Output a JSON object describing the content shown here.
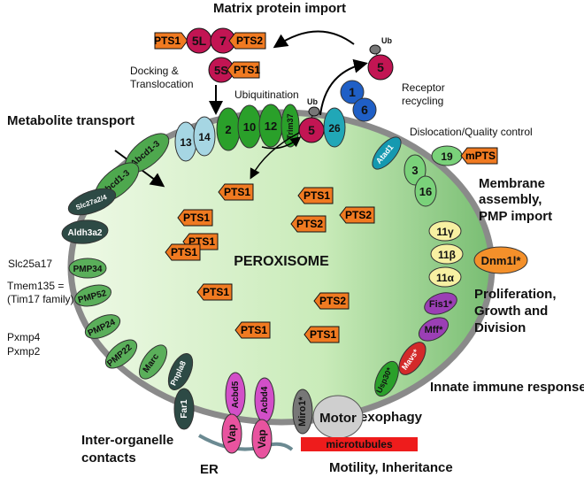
{
  "title": "Matrix protein import",
  "center_label": "PEROXISOME",
  "colors": {
    "membrane": "#8a8a8a",
    "lumen_light": "#eaf7e0",
    "lumen_dark": "#7fc07a",
    "pts_box": "#f07a21",
    "pex_green": "#3aa24a",
    "pex5": "#c21553",
    "fission_purple": "#9b3fb5",
    "microtubules": "#ee1c1c"
  },
  "sections": {
    "matrix_import": "Matrix protein import",
    "docking": "Docking &",
    "translocation": "Translocation",
    "ubiquitination": "Ubiquitination",
    "receptor": "Receptor",
    "recycling": "recycling",
    "metabolite": "Metabolite transport",
    "dislocation": "Dislocation/Quality control",
    "membrane_1": "Membrane",
    "membrane_2": "assembly,",
    "membrane_3": "PMP import",
    "prolif_1": "Proliferation,",
    "prolif_2": "Growth and",
    "prolif_3": "Division",
    "innate": "Innate immune response",
    "pexophagy": "Pexophagy",
    "motility": "Motility, Inheritance",
    "inter_1": "Inter-organelle",
    "inter_2": "contacts",
    "er": "ER"
  },
  "side_labels": {
    "slc25a17": "Slc25a17",
    "tmem135": "Tmem135 =",
    "tim17": "(Tim17 family)",
    "pxmp4": "Pxmp4",
    "pxmp2": "Pxmp2"
  },
  "cytosol": {
    "pts1": "PTS1",
    "pex5l": "5L",
    "pex7": "7",
    "pts2": "PTS2",
    "pex5s": "5S",
    "pts1b": "PTS1",
    "ub_top": "Ub",
    "pex5_recycled": "5"
  },
  "top_proteins": {
    "p13": "13",
    "p14": "14",
    "p2": "2",
    "p10": "10",
    "p12": "12",
    "trim37": "Trim37",
    "p5": "5",
    "ub": "Ub",
    "p26": "26",
    "p1": "1",
    "p6": "6"
  },
  "right_proteins": {
    "atad1": "Atad1",
    "p3": "3",
    "p19": "19",
    "mpts": "mPTS",
    "p16": "16",
    "p11g": "11γ",
    "p11b": "11β",
    "p11a": "11α",
    "dnm1l": "Dnm1l*",
    "fis1": "Fis1*",
    "mff": "Mff*",
    "mavs": "Mavs*",
    "usp30": "Usp30*",
    "miro1": "Miro1*",
    "motor": "Motor",
    "microtubules": "microtubules"
  },
  "bottom_proteins": {
    "vap1": "Vap",
    "acbd5": "Acbd5",
    "vap2": "Vap",
    "acbd4": "Acbd4"
  },
  "left_proteins": {
    "abcd1": "Abcd1-3",
    "abcd2": "Abcd1-3",
    "slc27": "Slc27a2/4",
    "aldh3a2": "Aldh3a2",
    "pmp34": "PMP34",
    "pmp52": "PMP52",
    "pmp24": "PMP24",
    "pmp22": "PMP22",
    "marc": "Marc",
    "pnpla8": "Pnpla8",
    "far1": "Far1"
  },
  "cargo": {
    "c1": "PTS1",
    "c2": "PTS1",
    "c3": "PTS2",
    "c4": "PTS2",
    "c5": "PTS1",
    "c6": "PTS1",
    "c7": "PTS1",
    "c8": "PTS1",
    "c9": "PTS2",
    "c10": "PTS1",
    "c11": "PTS1"
  }
}
